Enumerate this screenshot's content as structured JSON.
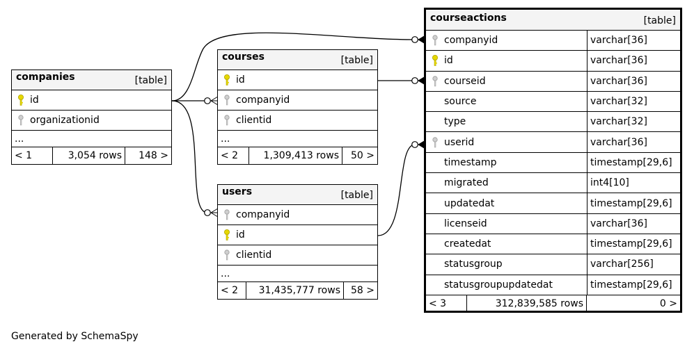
{
  "footer_text": "Generated by SchemaSpy",
  "colors": {
    "primary_key": "#e6d800",
    "foreign_key": "#b8b8b8",
    "header_bg": "#f4f4f4"
  },
  "tables": {
    "companies": {
      "name": "companies",
      "type": "[table]",
      "columns": [
        {
          "name": "id",
          "key": "primary"
        },
        {
          "name": "organizationid",
          "key": "foreign"
        }
      ],
      "ellipsis": "...",
      "footer": {
        "parents": "< 1",
        "rows": "3,054 rows",
        "children": "148 >"
      }
    },
    "courses": {
      "name": "courses",
      "type": "[table]",
      "columns": [
        {
          "name": "id",
          "key": "primary"
        },
        {
          "name": "companyid",
          "key": "foreign"
        },
        {
          "name": "clientid",
          "key": "foreign"
        }
      ],
      "ellipsis": "...",
      "footer": {
        "parents": "< 2",
        "rows": "1,309,413 rows",
        "children": "50 >"
      }
    },
    "users": {
      "name": "users",
      "type": "[table]",
      "columns": [
        {
          "name": "companyid",
          "key": "foreign"
        },
        {
          "name": "id",
          "key": "primary"
        },
        {
          "name": "clientid",
          "key": "foreign"
        }
      ],
      "ellipsis": "...",
      "footer": {
        "parents": "< 2",
        "rows": "31,435,777 rows",
        "children": "58 >"
      }
    },
    "courseactions": {
      "name": "courseactions",
      "type": "[table]",
      "columns": [
        {
          "name": "companyid",
          "type": "varchar[36]",
          "key": "foreign"
        },
        {
          "name": "id",
          "type": "varchar[36]",
          "key": "primary"
        },
        {
          "name": "courseid",
          "type": "varchar[36]",
          "key": "foreign"
        },
        {
          "name": "source",
          "type": "varchar[32]",
          "key": "none"
        },
        {
          "name": "type",
          "type": "varchar[32]",
          "key": "none"
        },
        {
          "name": "userid",
          "type": "varchar[36]",
          "key": "foreign"
        },
        {
          "name": "timestamp",
          "type": "timestamp[29,6]",
          "key": "none"
        },
        {
          "name": "migrated",
          "type": "int4[10]",
          "key": "none"
        },
        {
          "name": "updatedat",
          "type": "timestamp[29,6]",
          "key": "none"
        },
        {
          "name": "licenseid",
          "type": "varchar[36]",
          "key": "none"
        },
        {
          "name": "createdat",
          "type": "timestamp[29,6]",
          "key": "none"
        },
        {
          "name": "statusgroup",
          "type": "varchar[256]",
          "key": "none"
        },
        {
          "name": "statusgroupupdatedat",
          "type": "timestamp[29,6]",
          "key": "none"
        }
      ],
      "footer": {
        "parents": "< 3",
        "rows": "312,839,585 rows",
        "children": "0 >"
      }
    }
  }
}
